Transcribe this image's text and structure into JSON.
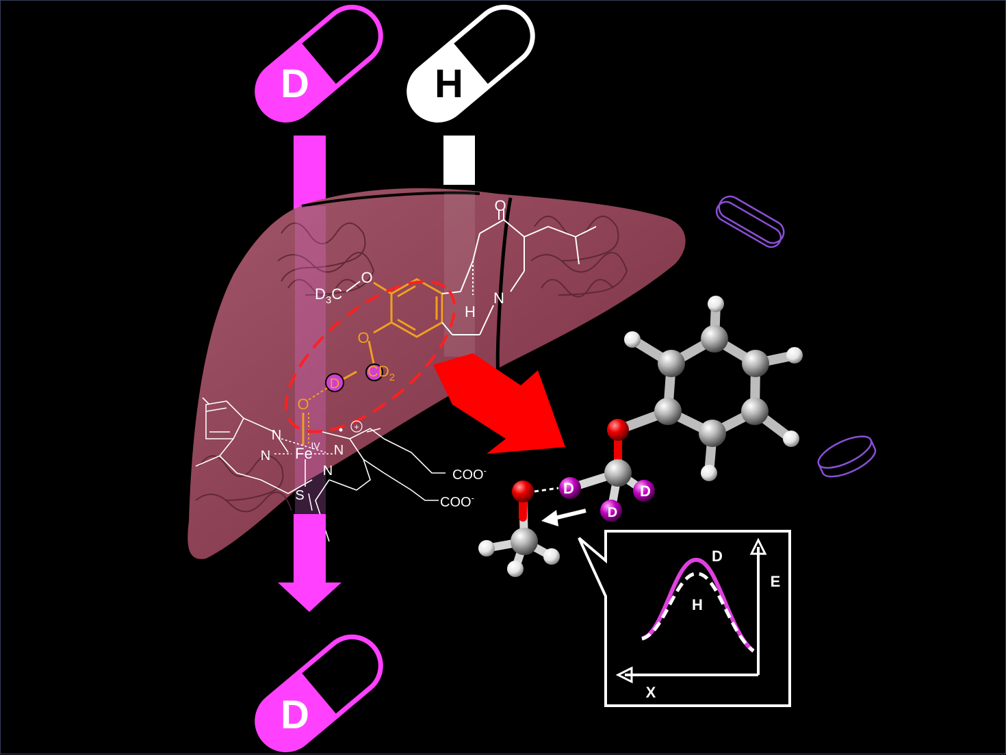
{
  "colors": {
    "magenta": "#ff40ff",
    "liver": "#8a3f4f",
    "orange": "#f0a020",
    "red_dash": "#ff2020",
    "arrow_red": "#ff0000",
    "white": "#ffffff",
    "black": "#000000",
    "purple_outline": "#8a4fd6"
  },
  "capsules": {
    "deuterated_top": {
      "letter": "D",
      "color": "#ff40ff",
      "icon": "capsule-icon"
    },
    "hydrogen_top": {
      "letter": "H",
      "color": "#ffffff",
      "icon": "capsule-icon"
    },
    "deuterated_bottom": {
      "letter": "D",
      "color": "#ff40ff",
      "icon": "capsule-icon"
    }
  },
  "molecule": {
    "carbonyl_O": "O",
    "methoxy_O": "O",
    "d3c_label": "D",
    "d3c_sub": "3",
    "d3c_tail": "C",
    "stereo_H": "H",
    "ring_N": "N",
    "ether_O": "O",
    "cd2_C": "C",
    "cd2_D": "D",
    "cd2_sub": "2",
    "d_atom": "D",
    "ferryl_O": "O"
  },
  "heme": {
    "fe": "Fe",
    "oxidation": "IV",
    "n_labels": [
      "N",
      "N",
      "N",
      "N"
    ],
    "sulfur": "S",
    "radical_charge": "+",
    "coo_1": "COO",
    "coo_2": "COO",
    "coo_charge": "-"
  },
  "ball_stick": {
    "d_labels": [
      "D",
      "D",
      "D"
    ]
  },
  "energy_inset": {
    "curve_d_label": "D",
    "curve_h_label": "H",
    "y_axis_label": "E",
    "x_axis_label": "X"
  }
}
